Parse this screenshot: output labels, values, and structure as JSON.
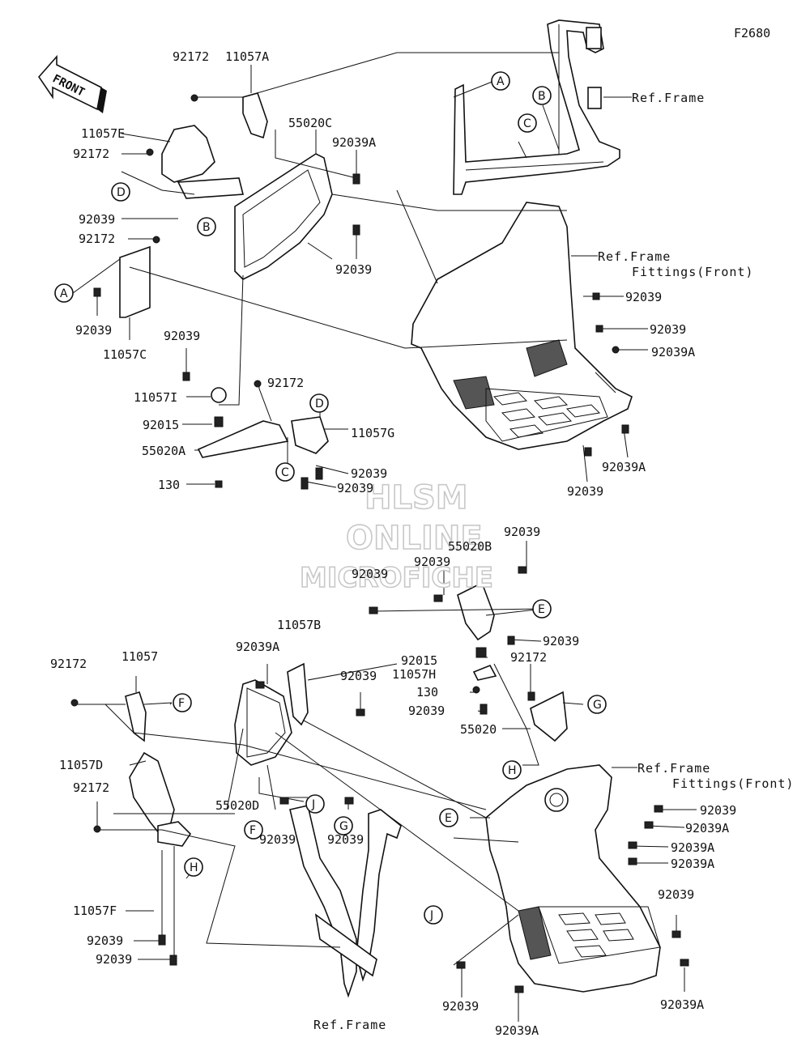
{
  "figure_code": "F2680",
  "front_badge": "FRONT",
  "watermark": {
    "line1": "HLSM",
    "line2": "ONLINE",
    "line3": "MICROFICHE"
  },
  "references": {
    "frame_top": "Ref.Frame",
    "fittings_top_line1": "Ref.Frame",
    "fittings_top_line2": "Fittings(Front)",
    "fittings_bottom_line1": "Ref.Frame",
    "fittings_bottom_line2": "Fittings(Front)",
    "frame_bottom": "Ref.Frame"
  },
  "parts": {
    "p92172_top": "92172",
    "p11057A": "11057A",
    "p55020C": "55020C",
    "p92039A_upper": "92039A",
    "p11057E": "11057E",
    "p92172_b": "92172",
    "p92039_left": "92039",
    "p92172_c": "92172",
    "p92039_mid": "92039",
    "p92039_below_A": "92039",
    "p11057C": "11057C",
    "p92039_r1": "92039",
    "p92039_r2": "92039",
    "p92039A_r3": "92039A",
    "p92039_bolt": "92039",
    "p11057I": "11057I",
    "p92172_d": "92172",
    "p92015": "92015",
    "p55020A": "55020A",
    "p11057G": "11057G",
    "p130": "130",
    "p92039_g1": "92039",
    "p92039_g2": "92039",
    "p92039A_floor": "92039A",
    "p92039_floor": "92039",
    "p92039_e1": "92039",
    "p55020B": "55020B",
    "p92039_e2": "92039",
    "p92039_e3": "92039",
    "p92039_e4": "92039",
    "p92015_b": "92015",
    "p92172_e": "92172",
    "p11057H": "11057H",
    "p130_b": "130",
    "p92039_e5": "92039",
    "p55020": "55020",
    "p11057B": "11057B",
    "p92039A_b": "92039A",
    "p92039_b1": "92039",
    "p92172_f": "92172",
    "p11057": "11057",
    "p11057D": "11057D",
    "p92172_g": "92172",
    "p55020D": "55020D",
    "p92039_b2": "92039",
    "p92039_b3": "92039",
    "p11057F": "11057F",
    "p92039_b4": "92039",
    "p92039_b5": "92039",
    "p92039_rb1": "92039",
    "p92039A_rb2": "92039A",
    "p92039A_rb3": "92039A",
    "p92039A_rb4": "92039A",
    "p92039_rb5": "92039",
    "p92039A_rb6": "92039A",
    "p92039_rb7": "92039",
    "p92039A_rb8": "92039A"
  },
  "callouts": {
    "A1": "A",
    "B1": "B",
    "C1": "C",
    "D1": "D",
    "B2": "B",
    "A2": "A",
    "C2": "C",
    "D2": "D",
    "E1": "E",
    "F1": "F",
    "G1": "G",
    "H1": "H",
    "J1": "J",
    "H2": "H",
    "F2": "F",
    "G2": "G",
    "E2": "E",
    "J2": "J"
  }
}
